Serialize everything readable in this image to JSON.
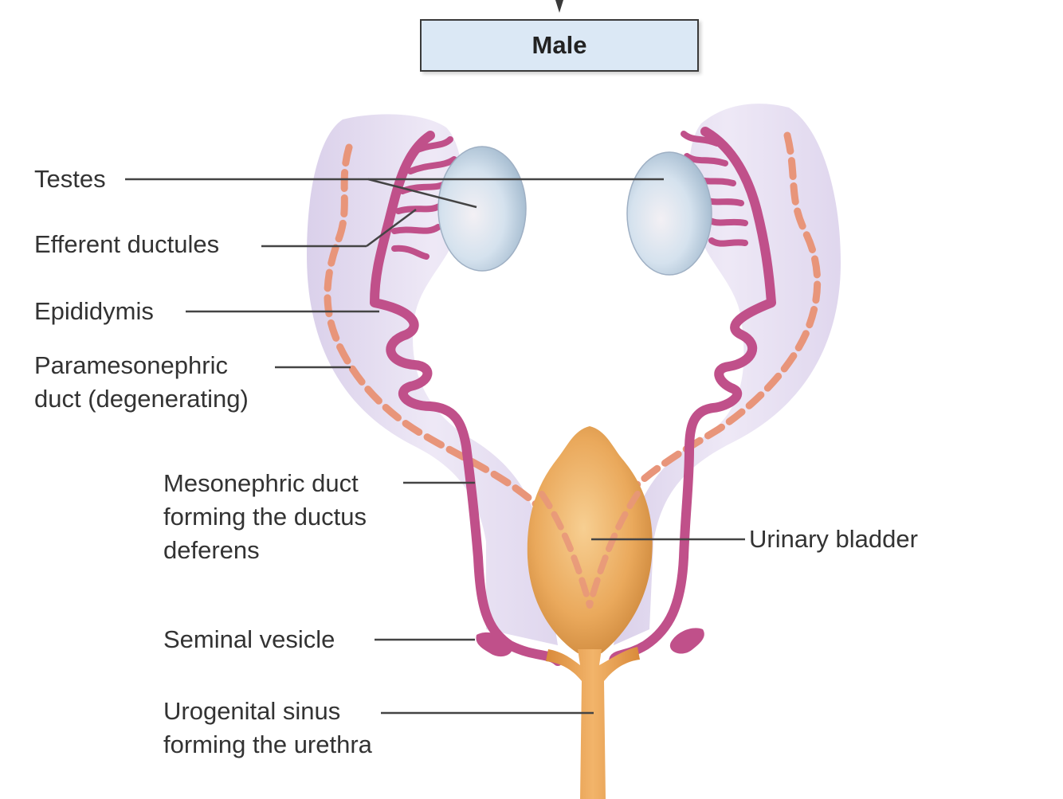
{
  "title": "Male",
  "labels": {
    "testes": "Testes",
    "efferent_ductules": "Efferent ductules",
    "epididymis": "Epididymis",
    "paramesonephric_line1": "Paramesonephric",
    "paramesonephric_line2": "duct (degenerating)",
    "mesonephric_line1": "Mesonephric duct",
    "mesonephric_line2": "forming the ductus",
    "mesonephric_line3": "deferens",
    "urinary_bladder": "Urinary bladder",
    "seminal_vesicle": "Seminal vesicle",
    "urogenital_line1": "Urogenital sinus",
    "urogenital_line2": "forming the urethra"
  },
  "colors": {
    "title_box_fill": "#dbe8f5",
    "mesonephric_duct": "#c0508a",
    "paramesonephric_duct": "#e8957a",
    "sheath": "#e4dcf0",
    "testis": "#c7d9e8",
    "bladder": "#e9ad62",
    "leader_line": "#444444"
  }
}
